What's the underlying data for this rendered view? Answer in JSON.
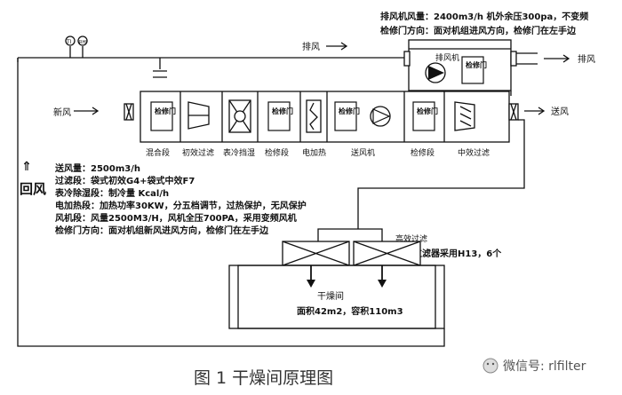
{
  "figure": {
    "caption": "图 1  干燥间原理图",
    "watermark": "微信号: rlfilter"
  },
  "exhaust": {
    "spec_line1": "排风机风量：2400m3/h 机外余压300pa，不变频",
    "spec_line2": "检修门方向：面对机组进风方向，检修门在左手边",
    "fan_label": "排风机",
    "flow_label_mid": "排风",
    "flow_label_right": "排风",
    "door_label": "检修门"
  },
  "instruments": {
    "temp": "TI",
    "humidity": "RHI"
  },
  "main_unit": {
    "inlet_label": "新风",
    "outlet_label": "送风",
    "door_label": "检修门",
    "sections": [
      "混合段",
      "初效过滤",
      "表冷挡湿",
      "检修段",
      "电加热",
      "送风机",
      "检修段",
      "中效过滤"
    ]
  },
  "return_air": {
    "label": "回风",
    "arrow": "⇑"
  },
  "notes": [
    "送风量：2500m3/h",
    "过滤段：袋式初效G4+袋式中效F7",
    "表冷除湿段：制冷量      Kcal/h",
    "电加热段：加热功率30KW，分五档调节，过热保护，无风保护",
    "风机段：风量2500M3/H，风机全压700PA，采用变频风机",
    "检修门方向：面对机组新风进风方向，检修门在左手边"
  ],
  "room": {
    "hepa_title": "高效过滤",
    "hepa_note": "高效过滤器采用H13，6个",
    "name": "干燥间",
    "size": "面积42m2，容积110m3"
  }
}
